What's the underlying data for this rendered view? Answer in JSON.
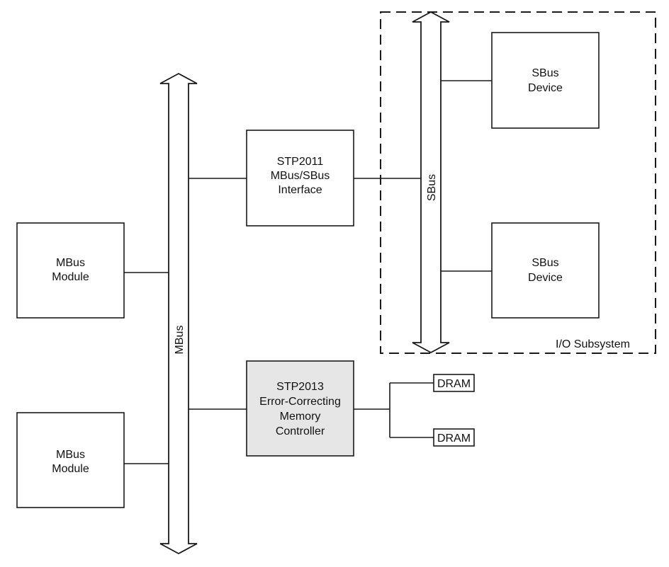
{
  "diagram": {
    "mbus_label": "MBus",
    "sbus_label": "SBus",
    "io_subsystem_label": "I/O Subsystem",
    "mbus_module_top": {
      "line1": "MBus",
      "line2": "Module"
    },
    "mbus_module_bottom": {
      "line1": "MBus",
      "line2": "Module"
    },
    "stp2011": {
      "line1": "STP2011",
      "line2": "MBus/SBus",
      "line3": "Interface"
    },
    "stp2013": {
      "line1": "STP2013",
      "line2": "Error-Correcting",
      "line3": "Memory",
      "line4": "Controller"
    },
    "sbus_device_top": {
      "line1": "SBus",
      "line2": "Device"
    },
    "sbus_device_bottom": {
      "line1": "SBus",
      "line2": "Device"
    },
    "dram_top": "DRAM",
    "dram_bottom": "DRAM",
    "colors": {
      "line": "#1a1a1a",
      "shaded_fill": "#e6e6e6",
      "background": "#ffffff"
    }
  }
}
